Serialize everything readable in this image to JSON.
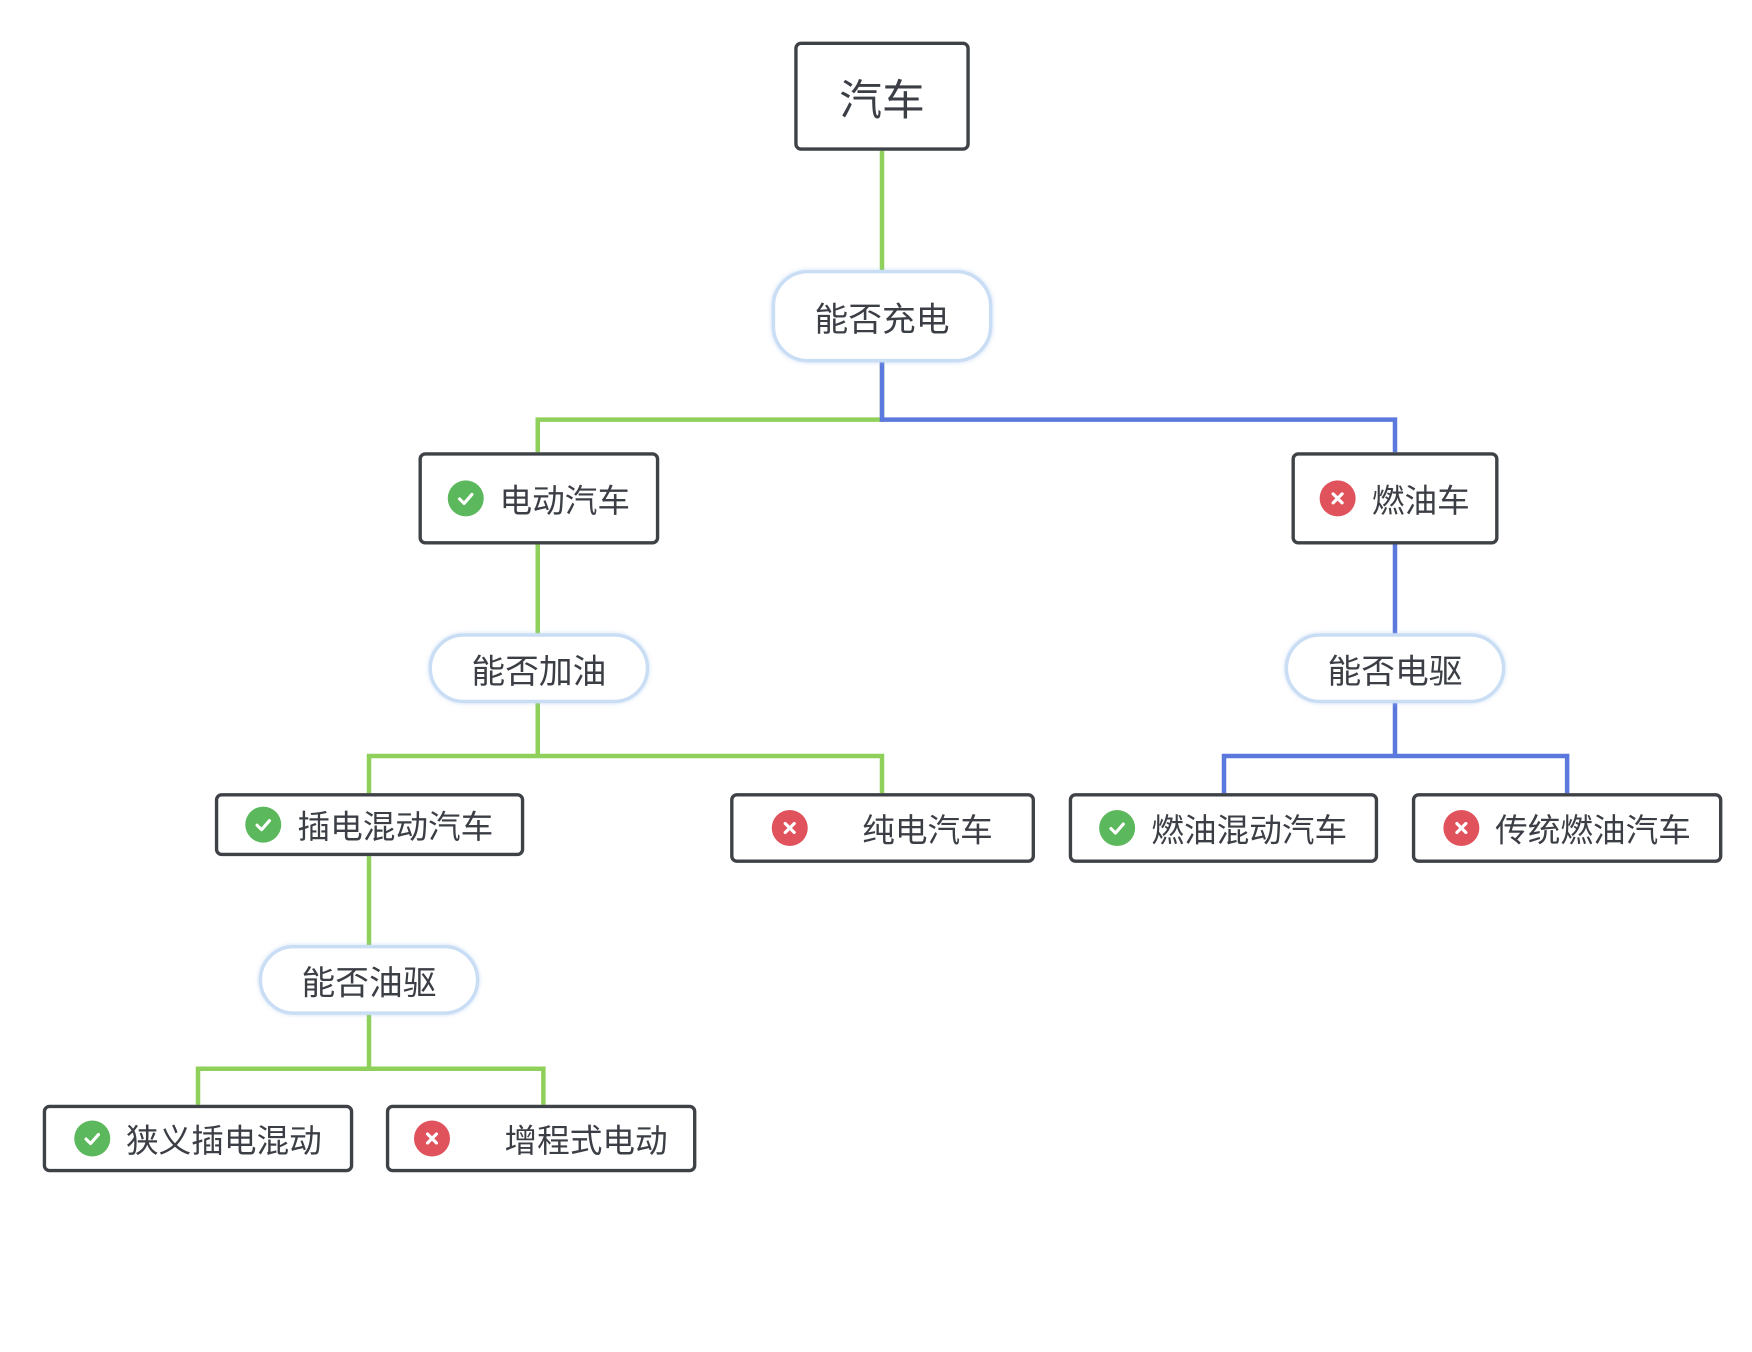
{
  "colors": {
    "green": "#8fd05a",
    "blue": "#5b78dc",
    "ok": "#5cb85c",
    "no": "#e0535d"
  },
  "nodes": {
    "root": "汽车",
    "q1": "能否充电",
    "ev": "电动汽车",
    "fuel": "燃油车",
    "q2": "能否加油",
    "q3": "能否电驱",
    "phev": "插电混动汽车",
    "bev": "纯电汽车",
    "hev": "燃油混动汽车",
    "ice": "传统燃油汽车",
    "q4": "能否油驱",
    "narrow_phev": "狭义插电混动",
    "erev": "增程式电动"
  }
}
